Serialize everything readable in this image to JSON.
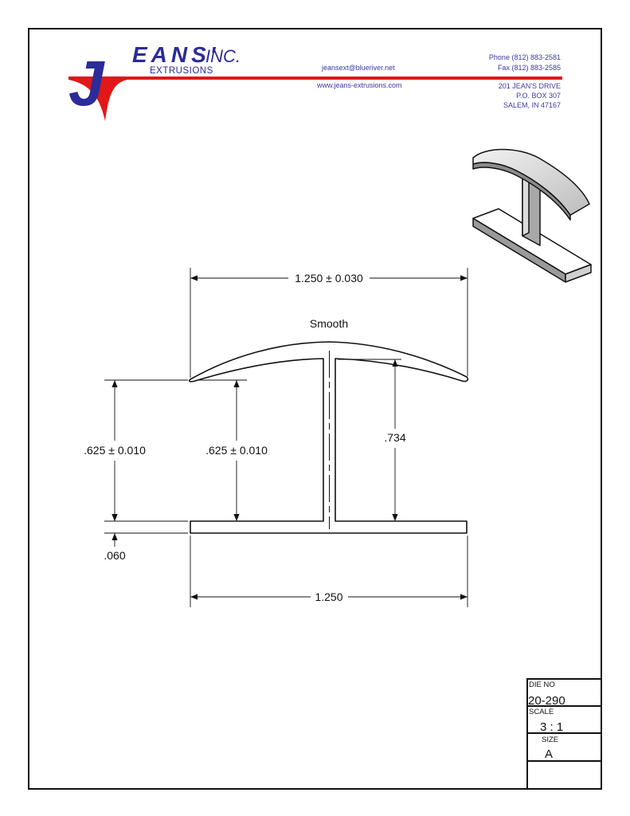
{
  "header": {
    "logo_initial": "J",
    "logo_name": "EANS'",
    "logo_inc": "INC.",
    "logo_sub": "EXTRUSIONS",
    "email": "jeansext@blueriver.net",
    "website": "www.jeans-extrusions.com",
    "phone": "Phone (812) 883-2581",
    "fax": "Fax (812) 883-2585",
    "address_line1": "201 JEAN'S DRIVE",
    "address_line2": "P.O. BOX 307",
    "address_line3": "SALEM, IN 47167"
  },
  "drawing": {
    "top_width_dim": "1.250 ± 0.030",
    "surface_note": "Smooth",
    "left_height_dim": ".625 ± 0.010",
    "inner_height_dim": ".625 ± 0.010",
    "stem_height_dim": ".734",
    "base_thickness_dim": ".060",
    "base_width_dim": "1.250"
  },
  "title_block": {
    "die_no_label": "DIE NO",
    "die_no": "20-290",
    "scale_label": "SCALE",
    "scale": "3 : 1",
    "size_label": "SIZE",
    "size": "A"
  },
  "colors": {
    "brand_blue": "#2b2b9a",
    "brand_red": "#e01818",
    "line": "#111111"
  }
}
